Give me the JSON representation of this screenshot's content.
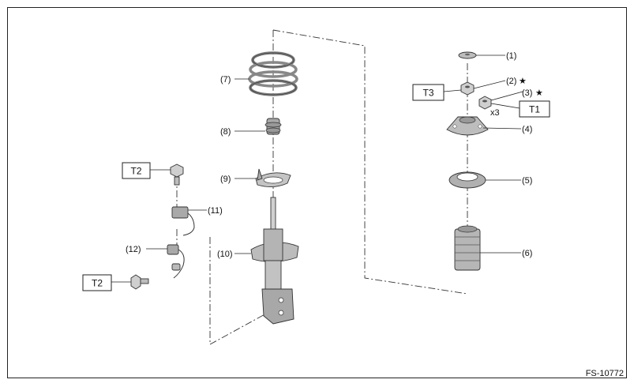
{
  "figure_code": "FS-10772",
  "callouts": {
    "c1": "(1)",
    "c2": "(2)",
    "c3": "(3)",
    "c4": "(4)",
    "c5": "(5)",
    "c6": "(6)",
    "c7": "(7)",
    "c8": "(8)",
    "c9": "(9)",
    "c10": "(10)",
    "c11": "(11)",
    "c12": "(12)"
  },
  "torque_boxes": {
    "t1": "T1",
    "t2_upper": "T2",
    "t2_lower": "T2",
    "t3": "T3"
  },
  "quantity_note": "x3",
  "marks": {
    "star_2": "★",
    "star_3": "★"
  },
  "colors": {
    "part_fill": "#bdbdbd",
    "part_dark": "#8e8e8e",
    "part_light": "#dcdcdc",
    "line": "#222222"
  }
}
